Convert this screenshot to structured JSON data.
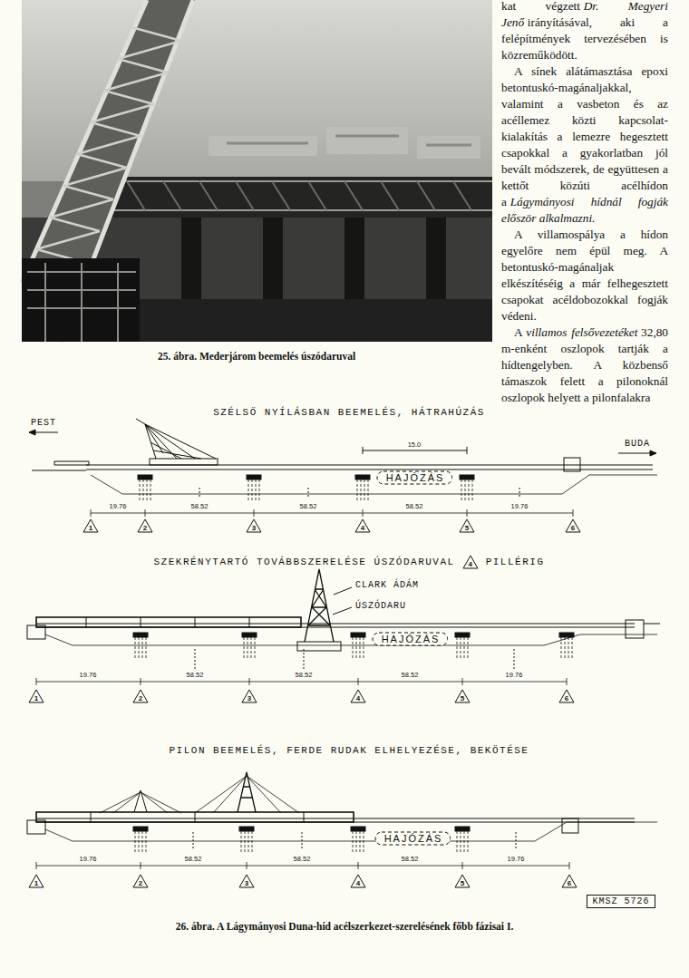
{
  "diagram": {
    "caption": "26. ábra. A Lágymányosi Duna-híd acélszerkezet-szerelésének főbb fázisai I.",
    "nodes": [
      {
        "text": [
          "HAJÓZÁS"
        ]
      },
      {
        "text": [
          "1"
        ]
      },
      {
        "text": [
          "2"
        ]
      },
      {
        "text": [
          "3"
        ]
      },
      {
        "text": [
          "4"
        ]
      },
      {
        "text": [
          "5"
        ]
      },
      {
        "text": [
          "6"
        ]
      },
      {
        "text": [
          "4"
        ]
      },
      {
        "text": [
          "HAJÓZÁS"
        ]
      },
      {
        "text": [
          "1"
        ]
      },
      {
        "text": [
          "2"
        ]
      },
      {
        "text": [
          "3"
        ]
      },
      {
        "text": [
          "4"
        ]
      },
      {
        "text": [
          "5"
        ]
      },
      {
        "text": [
          "6"
        ]
      },
      {
        "text": [
          "HAJÓZÁS"
        ]
      },
      {
        "text": [
          "1"
        ]
      },
      {
        "text": [
          "2"
        ]
      },
      {
        "text": [
          "3"
        ]
      },
      {
        "text": [
          "4"
        ]
      },
      {
        "text": [
          "5"
        ]
      },
      {
        "text": [
          "6"
        ]
      },
      {
        "text": [
          "KMSZ 5726"
        ]
      }
    ],
    "labels": [
      "kat végzett",
      "Dr. Megyeri Jenő",
      "irányításával, aki a felépítmények tervezésében is közreműködött.",
      "A sínek alátámasztása epoxi betontuskó-magánaljakkal, valamint a vasbeton és az acéllemez közti kapcsolat-kialakítás a lemezre hegesztett csapokkal a gyakorlatban jól bevált módszerek, de együttesen a kettőt közúti acélhídon a",
      "Lágymányosi hídnál fogják először alkalmazni.",
      "A villamospálya a hídon egyelőre nem épül meg. A betontuskó-magánaljak elkészítéséig a már felhegesztett csapokat acéldobozokkal fogják védeni.",
      "A",
      "villamos felsővezetéket",
      "32,80 m-enként oszlopok tartják a hídtengelyben. A közbenső támaszok felett a pilonoknál oszlopok helyett a pilonfalakra",
      "25. ábra. Mederjárom beemelés úszódaruval",
      "SZÉLSŐ NYÍLÁSBAN BEEMELÉS, HÁTRAHÚZÁS",
      "PEST",
      "BUDA",
      "15.0",
      "19.76",
      "58.52",
      "58.52",
      "58.52",
      "19.76",
      "SZEKRÉNYTARTÓ TOVÁBBSZERELÉSE ÚSZÓDARUVAL",
      "PILLÉRIG",
      "CLARK ÁDÁM",
      "ÚSZÓDARU",
      "19.76",
      "58.52",
      "58.52",
      "58.52",
      "19.76",
      "PILON BEEMELÉS, FERDE RUDAK ELHELYEZÉSE, BEKÖTÉSE",
      "19.76",
      "58.52",
      "58.52",
      "58.52",
      "19.76"
    ]
  }
}
